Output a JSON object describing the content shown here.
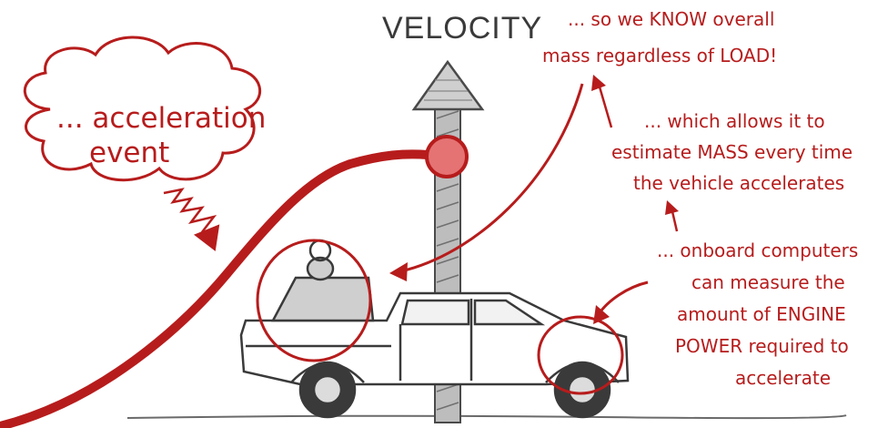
{
  "title": "VELOCITY",
  "cloud": {
    "line1": "... acceleration",
    "line2": "event"
  },
  "note_top": {
    "line1": "... so we KNOW overall",
    "line2": "mass regardless of LOAD!"
  },
  "note_middle": {
    "line1": "... which allows it to",
    "line2": "estimate MASS every time",
    "line3": "the vehicle accelerates"
  },
  "note_bottom": {
    "line1": "... onboard computers",
    "line2": "can measure the",
    "line3": "amount of ENGINE",
    "line4": "POWER required to",
    "line5": "accelerate"
  },
  "colors": {
    "accent": "#b71c1c",
    "ink": "#3a3a3a",
    "background": "#ffffff"
  }
}
